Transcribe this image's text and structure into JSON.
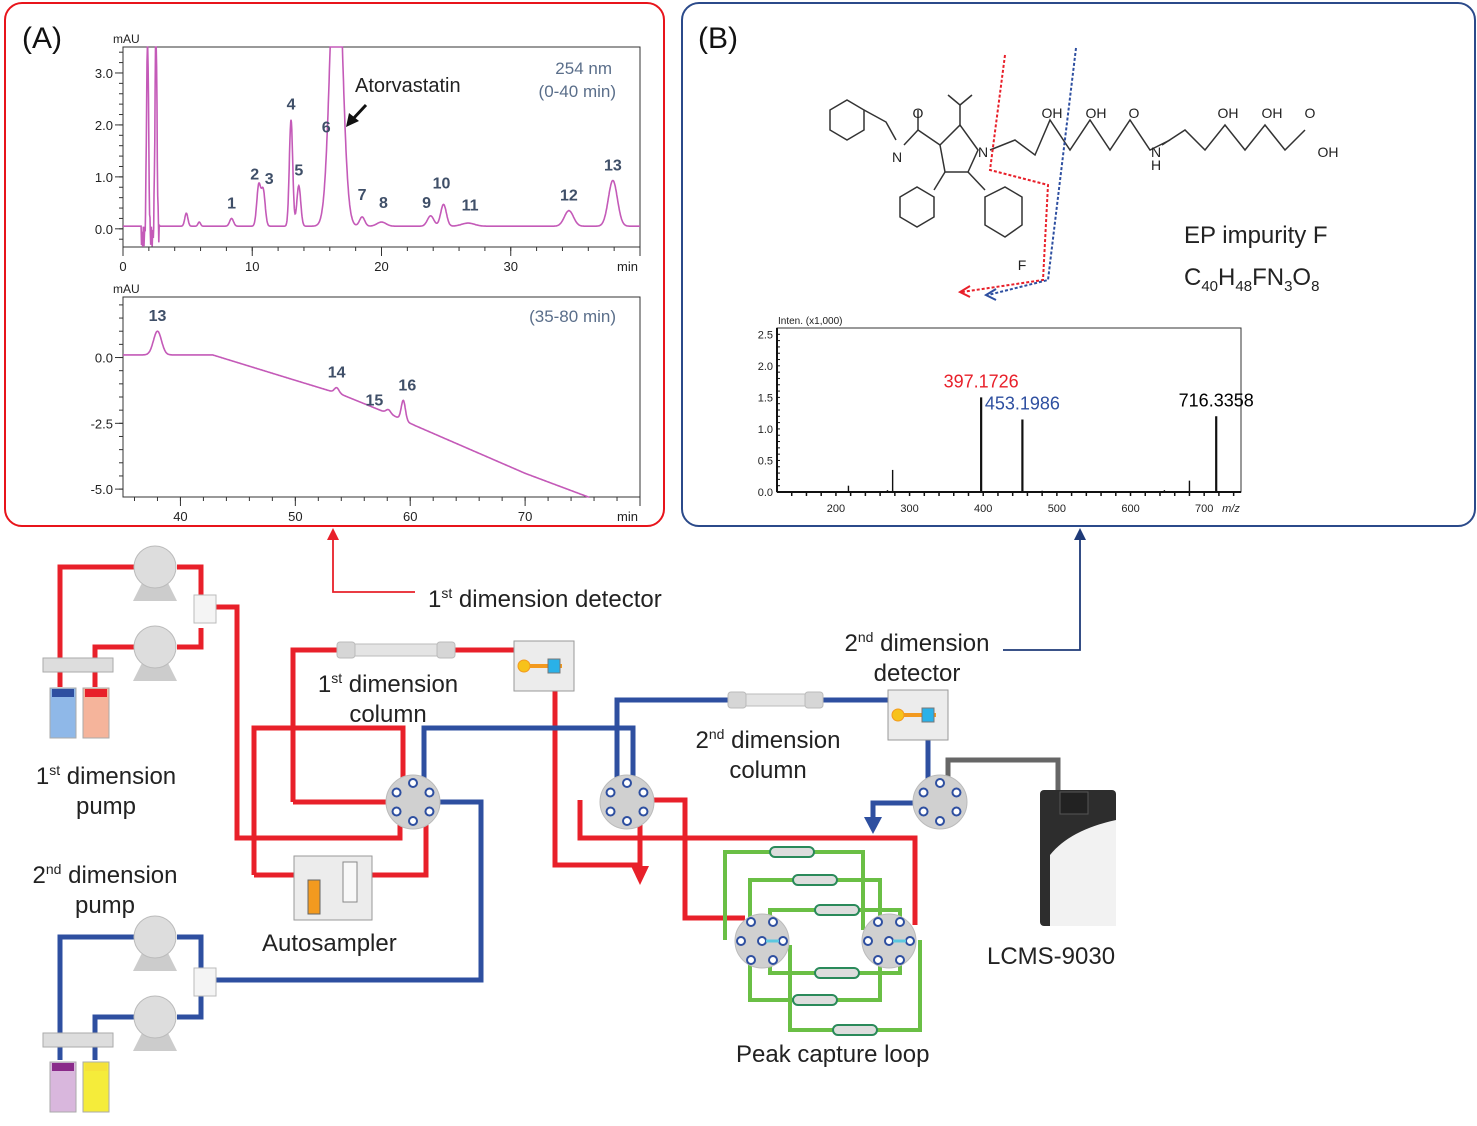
{
  "panel_a": {
    "label": "(A)",
    "chart_top": {
      "annotation_wavelength": "254 nm",
      "annotation_range": "(0-40 min)",
      "annotation_compound": "Atorvastatin"
    },
    "chart_bottom": {
      "annotation_range": "(35-80 min)"
    }
  },
  "panel_b": {
    "label": "(B)",
    "compound_name": "EP impurity F",
    "formula_parts": [
      "C",
      "40",
      "H",
      "48",
      "FN",
      "3",
      "O",
      "8"
    ],
    "structure_labels": {
      "oh": "OH",
      "o": "O",
      "n": "N",
      "h": "H",
      "f": "F"
    }
  },
  "diagram": {
    "labels": {
      "det1": {
        "num": "1",
        "sup": "st",
        "text": " dimension detector"
      },
      "det2": {
        "num": "2",
        "sup": "nd",
        "line1": " dimension",
        "line2": "detector"
      },
      "col1": {
        "num": "1",
        "sup": "st",
        "line1": " dimension",
        "line2": "column"
      },
      "col2": {
        "num": "2",
        "sup": "nd",
        "line1": " dimension",
        "line2": "column"
      },
      "pump1": {
        "num": "1",
        "sup": "st",
        "line1": " dimension",
        "line2": "pump"
      },
      "pump2": {
        "num": "2",
        "sup": "nd",
        "line1": " dimension",
        "line2": "pump"
      },
      "autosampler": "Autosampler",
      "capture": "Peak capture loop",
      "lcms": "LCMS-9030"
    },
    "colors": {
      "first_dim": "#e8202a",
      "second_dim": "#2e4fa0",
      "loop": "#6abf45",
      "ms_line": "#666666"
    }
  },
  "chart_data": [
    {
      "type": "line",
      "title": "",
      "xlabel": "min",
      "ylabel": "mAU",
      "xlim": [
        0,
        40
      ],
      "ylim": [
        -0.35,
        3.5
      ],
      "x_ticks": [
        0,
        10,
        20,
        30
      ],
      "x_tick_labels": [
        "0",
        "10",
        "20",
        "30"
      ],
      "y_ticks": [
        0.0,
        1.0,
        2.0,
        3.0
      ],
      "y_tick_labels": [
        "0.0",
        "1.0",
        "2.0",
        "3.0"
      ],
      "color": "#c45ab8",
      "baseline": 0.05,
      "peaks": [
        {
          "label": "",
          "x": 1.9,
          "height": 4.0,
          "width": 0.08
        },
        {
          "label": "",
          "x": 2.55,
          "height": 4.0,
          "width": 0.08
        },
        {
          "label": "",
          "x": 4.9,
          "height": 0.25,
          "width": 0.12
        },
        {
          "label": "",
          "x": 5.9,
          "height": 0.08,
          "width": 0.1
        },
        {
          "label": "1",
          "x": 8.4,
          "height": 0.15,
          "width": 0.15
        },
        {
          "label": "2",
          "x": 10.5,
          "height": 0.78,
          "width": 0.15
        },
        {
          "label": "3",
          "x": 10.85,
          "height": 0.68,
          "width": 0.15
        },
        {
          "label": "4",
          "x": 13.0,
          "height": 2.05,
          "width": 0.13
        },
        {
          "label": "5",
          "x": 13.6,
          "height": 0.78,
          "width": 0.15
        },
        {
          "label": "6",
          "x": 16.5,
          "height": 6.0,
          "width": 0.45
        },
        {
          "label": "7",
          "x": 18.5,
          "height": 0.18,
          "width": 0.2
        },
        {
          "label": "8",
          "x": 20.0,
          "height": 0.08,
          "width": 0.35
        },
        {
          "label": "9",
          "x": 23.8,
          "height": 0.2,
          "width": 0.25
        },
        {
          "label": "10",
          "x": 24.8,
          "height": 0.42,
          "width": 0.22
        },
        {
          "label": "11",
          "x": 26.7,
          "height": 0.06,
          "width": 0.5
        },
        {
          "label": "12",
          "x": 34.5,
          "height": 0.3,
          "width": 0.35
        },
        {
          "label": "13",
          "x": 37.9,
          "height": 0.88,
          "width": 0.35
        }
      ]
    },
    {
      "type": "line",
      "title": "",
      "xlabel": "min",
      "ylabel": "mAU",
      "xlim": [
        35,
        80
      ],
      "ylim": [
        -5.3,
        2.3
      ],
      "x_ticks": [
        40,
        50,
        60,
        70
      ],
      "x_tick_labels": [
        "40",
        "50",
        "60",
        "70"
      ],
      "y_ticks": [
        0.0,
        -2.5,
        -5.0
      ],
      "y_tick_labels": [
        "0.0",
        "-2.5",
        "-5.0"
      ],
      "color": "#c45ab8",
      "baseline_points": [
        [
          35,
          0.1
        ],
        [
          37,
          0.1
        ],
        [
          42.8,
          0.1
        ],
        [
          49.5,
          -0.8
        ],
        [
          54,
          -1.4
        ],
        [
          58.5,
          -2.2
        ],
        [
          60.5,
          -2.6
        ],
        [
          70,
          -4.4
        ],
        [
          75.5,
          -5.3
        ]
      ],
      "peaks": [
        {
          "label": "13",
          "x": 38.0,
          "height": 0.9,
          "width": 0.35
        },
        {
          "label": "14",
          "x": 53.6,
          "height": 0.2,
          "width": 0.2
        },
        {
          "label": "15",
          "x": 58.1,
          "height": 0.15,
          "width": 0.2
        },
        {
          "label": "16",
          "x": 59.4,
          "height": 0.75,
          "width": 0.18
        }
      ]
    },
    {
      "type": "bar",
      "title": "",
      "xlabel": "m/z",
      "ylabel": "Inten. (x1,000)",
      "xlim": [
        120,
        750
      ],
      "ylim": [
        0,
        2.6
      ],
      "x_ticks": [
        200,
        300,
        400,
        500,
        600,
        700
      ],
      "x_tick_labels": [
        "200",
        "300",
        "400",
        "500",
        "600",
        "700"
      ],
      "y_ticks": [
        0.0,
        0.5,
        1.0,
        1.5,
        2.0,
        2.5
      ],
      "y_tick_labels": [
        "0.0",
        "0.5",
        "1.0",
        "1.5",
        "2.0",
        "2.5"
      ],
      "peaks": [
        {
          "mz": 217,
          "intensity": 0.1,
          "label": "",
          "color": "#000000"
        },
        {
          "mz": 270,
          "intensity": 0.03,
          "label": "",
          "color": "#000000"
        },
        {
          "mz": 277,
          "intensity": 0.35,
          "label": "",
          "color": "#000000"
        },
        {
          "mz": 397.1726,
          "intensity": 1.5,
          "label": "397.1726",
          "color": "#e8202a"
        },
        {
          "mz": 453.1986,
          "intensity": 1.15,
          "label": "453.1986",
          "color": "#2e4fa0"
        },
        {
          "mz": 480,
          "intensity": 0.02,
          "label": "",
          "color": "#000000"
        },
        {
          "mz": 646,
          "intensity": 0.03,
          "label": "",
          "color": "#000000"
        },
        {
          "mz": 680,
          "intensity": 0.18,
          "label": "",
          "color": "#000000"
        },
        {
          "mz": 716.3358,
          "intensity": 1.2,
          "label": "716.3358",
          "color": "#000000"
        }
      ]
    }
  ]
}
